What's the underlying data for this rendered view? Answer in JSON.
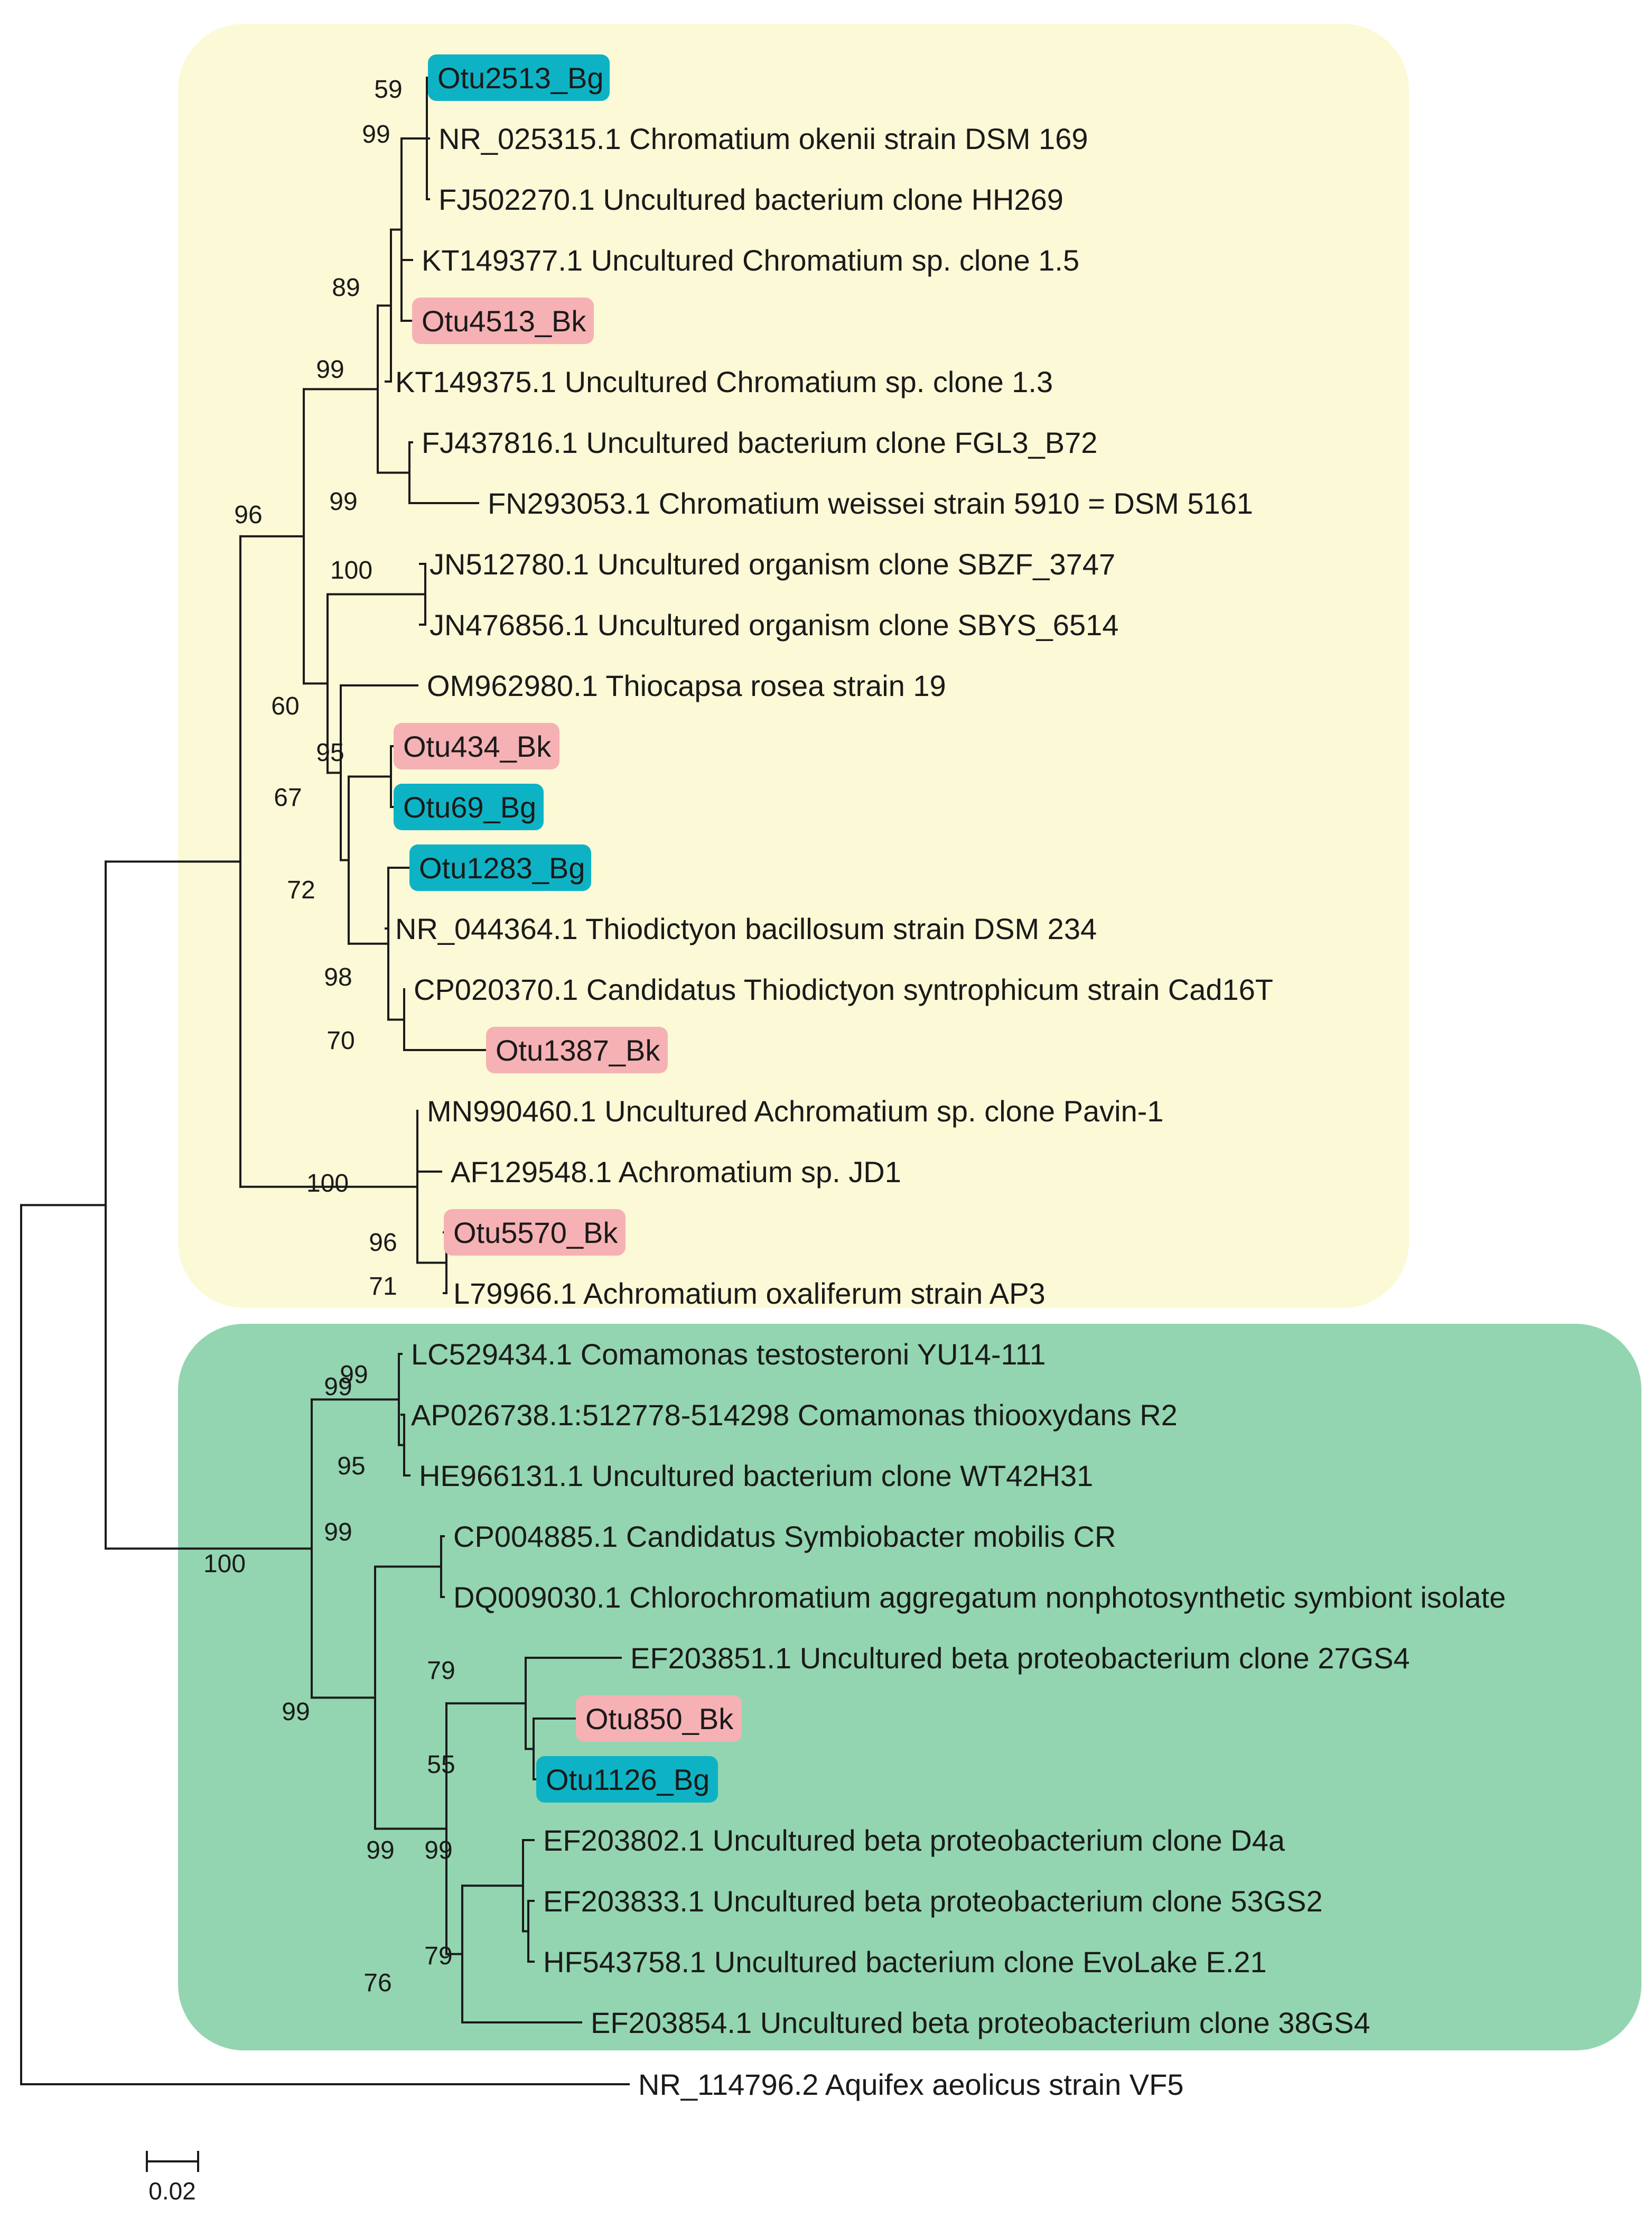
{
  "clades": [
    {
      "name": "chromatiaceae-clade",
      "color": "#fcf9d6"
    },
    {
      "name": "comamonadaceae-clade",
      "color": "#93d5b0"
    }
  ],
  "highlight_colors": {
    "Bg": "#0db3c4",
    "Bk": "#f6b1b4"
  },
  "leaves": [
    {
      "id": "l0",
      "label": "Otu2513_Bg",
      "highlight": "Bg"
    },
    {
      "id": "l1",
      "label": "NR_025315.1 Chromatium okenii strain DSM 169"
    },
    {
      "id": "l2",
      "label": "FJ502270.1 Uncultured bacterium clone HH269"
    },
    {
      "id": "l3",
      "label": "KT149377.1 Uncultured Chromatium sp. clone 1.5"
    },
    {
      "id": "l4",
      "label": "Otu4513_Bk",
      "highlight": "Bk"
    },
    {
      "id": "l5",
      "label": "KT149375.1 Uncultured Chromatium sp. clone 1.3"
    },
    {
      "id": "l6",
      "label": "FJ437816.1 Uncultured bacterium clone FGL3_B72"
    },
    {
      "id": "l7",
      "label": "FN293053.1 Chromatium weissei strain 5910 = DSM 5161"
    },
    {
      "id": "l8",
      "label": "JN512780.1 Uncultured organism clone SBZF_3747"
    },
    {
      "id": "l9",
      "label": "JN476856.1 Uncultured organism clone SBYS_6514"
    },
    {
      "id": "l10",
      "label": "OM962980.1 Thiocapsa rosea strain 19"
    },
    {
      "id": "l11",
      "label": "Otu434_Bk",
      "highlight": "Bk"
    },
    {
      "id": "l12",
      "label": "Otu69_Bg",
      "highlight": "Bg"
    },
    {
      "id": "l13",
      "label": "Otu1283_Bg",
      "highlight": "Bg"
    },
    {
      "id": "l14",
      "label": "NR_044364.1 Thiodictyon bacillosum strain DSM 234"
    },
    {
      "id": "l15",
      "label": "CP020370.1 Candidatus Thiodictyon syntrophicum strain Cad16T"
    },
    {
      "id": "l16",
      "label": "Otu1387_Bk",
      "highlight": "Bk"
    },
    {
      "id": "l17",
      "label": "MN990460.1 Uncultured Achromatium sp. clone Pavin-1"
    },
    {
      "id": "l18",
      "label": "AF129548.1 Achromatium sp. JD1"
    },
    {
      "id": "l19",
      "label": "Otu5570_Bk",
      "highlight": "Bk"
    },
    {
      "id": "l20",
      "label": "L79966.1 Achromatium oxaliferum strain AP3"
    },
    {
      "id": "l21",
      "label": "LC529434.1 Comamonas testosteroni YU14-111"
    },
    {
      "id": "l22",
      "label": "AP026738.1:512778-514298 Comamonas thiooxydans R2"
    },
    {
      "id": "l23",
      "label": "HE966131.1 Uncultured bacterium clone WT42H31"
    },
    {
      "id": "l24",
      "label": "CP004885.1 Candidatus Symbiobacter mobilis CR"
    },
    {
      "id": "l25",
      "label": "DQ009030.1 Chlorochromatium aggregatum nonphotosynthetic symbiont isolate"
    },
    {
      "id": "l26",
      "label": "EF203851.1 Uncultured beta proteobacterium clone 27GS4"
    },
    {
      "id": "l27",
      "label": "Otu850_Bk",
      "highlight": "Bk"
    },
    {
      "id": "l28",
      "label": "Otu1126_Bg",
      "highlight": "Bg"
    },
    {
      "id": "l29",
      "label": "EF203802.1 Uncultured beta proteobacterium clone D4a"
    },
    {
      "id": "l30",
      "label": "EF203833.1 Uncultured beta proteobacterium clone 53GS2"
    },
    {
      "id": "l31",
      "label": "HF543758.1 Uncultured bacterium clone EvoLake E.21"
    },
    {
      "id": "l32",
      "label": "EF203854.1 Uncultured beta proteobacterium clone 38GS4"
    },
    {
      "id": "l33",
      "label": "NR_114796.2 Aquifex aeolicus strain VF5"
    }
  ],
  "support_values": [
    "59",
    "99",
    "89",
    "99",
    "99",
    "96",
    "100",
    "60",
    "95",
    "67",
    "72",
    "98",
    "70",
    "99",
    "100",
    "96",
    "71",
    "99",
    "95",
    "100",
    "99",
    "99",
    "79",
    "55",
    "99",
    "99",
    "79",
    "76"
  ],
  "scale_bar": {
    "label": "0.02"
  }
}
